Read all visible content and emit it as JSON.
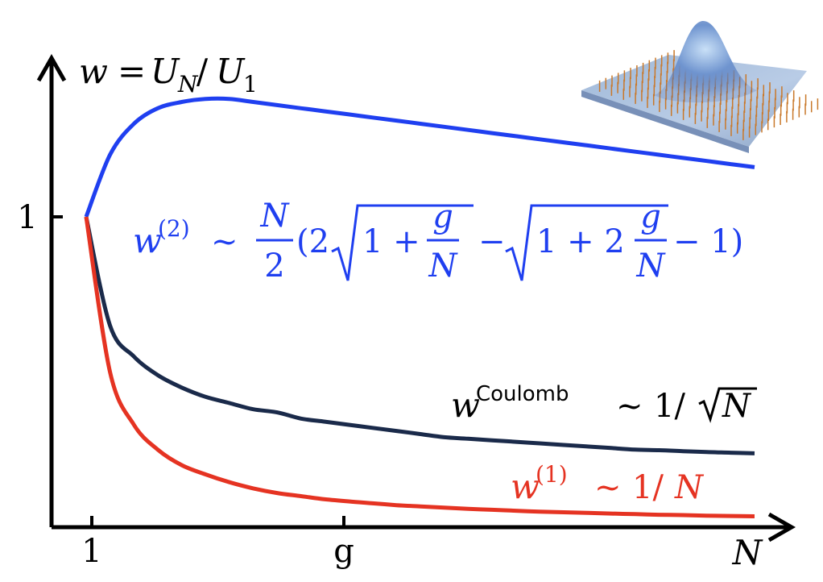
{
  "chart_data": {
    "type": "line",
    "title": "",
    "ylabel": "w = U_N/U_1",
    "xlabel": "N",
    "x_ticks": [
      "1",
      "g"
    ],
    "y_ticks": [
      "1"
    ],
    "grid": false,
    "legend": "inline annotations",
    "series": [
      {
        "key": "w2",
        "color": "#1f3ff0",
        "label": "w^(2) ~ N/2 (2 sqrt(1 + g/N) - sqrt(1 + 2 g/N) - 1)",
        "x": [
          1,
          2,
          3,
          4,
          5,
          6,
          7,
          8,
          9,
          10,
          11,
          12,
          13,
          14,
          15,
          16,
          17,
          18,
          19,
          20,
          21,
          22,
          23,
          24,
          25,
          26,
          27,
          28,
          29
        ],
        "y": [
          1.0,
          1.2,
          1.3,
          1.35,
          1.37,
          1.38,
          1.38,
          1.37,
          1.36,
          1.35,
          1.34,
          1.33,
          1.32,
          1.31,
          1.3,
          1.29,
          1.28,
          1.27,
          1.26,
          1.25,
          1.24,
          1.23,
          1.22,
          1.21,
          1.2,
          1.19,
          1.18,
          1.17,
          1.16
        ]
      },
      {
        "key": "wc",
        "color": "#1a2a4a",
        "label": "w^Coulomb ~ 1/sqrt(N)",
        "x": [
          1,
          2,
          3,
          4,
          5,
          6,
          7,
          8,
          9,
          10,
          11,
          12,
          13,
          14,
          15,
          16,
          17,
          18,
          19,
          20,
          21,
          22,
          23,
          24,
          25,
          26,
          27,
          28,
          29
        ],
        "y": [
          1.0,
          0.65,
          0.55,
          0.49,
          0.45,
          0.42,
          0.4,
          0.38,
          0.37,
          0.35,
          0.34,
          0.33,
          0.32,
          0.31,
          0.3,
          0.29,
          0.285,
          0.28,
          0.275,
          0.27,
          0.265,
          0.26,
          0.255,
          0.25,
          0.248,
          0.245,
          0.242,
          0.24,
          0.238
        ]
      },
      {
        "key": "w1",
        "color": "#e53322",
        "label": "w^(1) ~ 1/N",
        "x": [
          1,
          2,
          3,
          4,
          5,
          6,
          7,
          8,
          9,
          10,
          11,
          12,
          13,
          14,
          15,
          16,
          17,
          18,
          19,
          20,
          21,
          22,
          23,
          24,
          25,
          26,
          27,
          28,
          29
        ],
        "y": [
          1.0,
          0.5,
          0.33,
          0.25,
          0.2,
          0.17,
          0.145,
          0.125,
          0.11,
          0.1,
          0.09,
          0.083,
          0.077,
          0.071,
          0.067,
          0.063,
          0.059,
          0.056,
          0.053,
          0.05,
          0.048,
          0.046,
          0.044,
          0.042,
          0.04,
          0.039,
          0.037,
          0.036,
          0.035
        ]
      }
    ],
    "labels": {
      "w2_prefix": "w",
      "w2_sup": "(2)",
      "tilde": "~",
      "w2_frac_num": "N",
      "w2_frac_den": "2",
      "w2_open": "(2",
      "w2_root1": "1 +",
      "w2_g": "g",
      "w2_N": "N",
      "w2_minus": "−",
      "w2_root2": "1 + 2",
      "w2_tail": "− 1)",
      "wc_prefix": "w",
      "wc_sup": "Coulomb",
      "wc_rhs": "1/",
      "wc_root": "N",
      "w1_prefix": "w",
      "w1_sup": "(1)",
      "w1_rhs": "1/",
      "w1_N": "N",
      "y_axis_w": "w",
      "y_axis_eq": "=",
      "y_axis_U": "U",
      "y_axis_subN": "N",
      "y_axis_slash": "/",
      "y_axis_U1": "U",
      "y_axis_sub1": "1"
    }
  },
  "inset": {
    "description_icon": "gaussian-peak-lattice-icon"
  }
}
